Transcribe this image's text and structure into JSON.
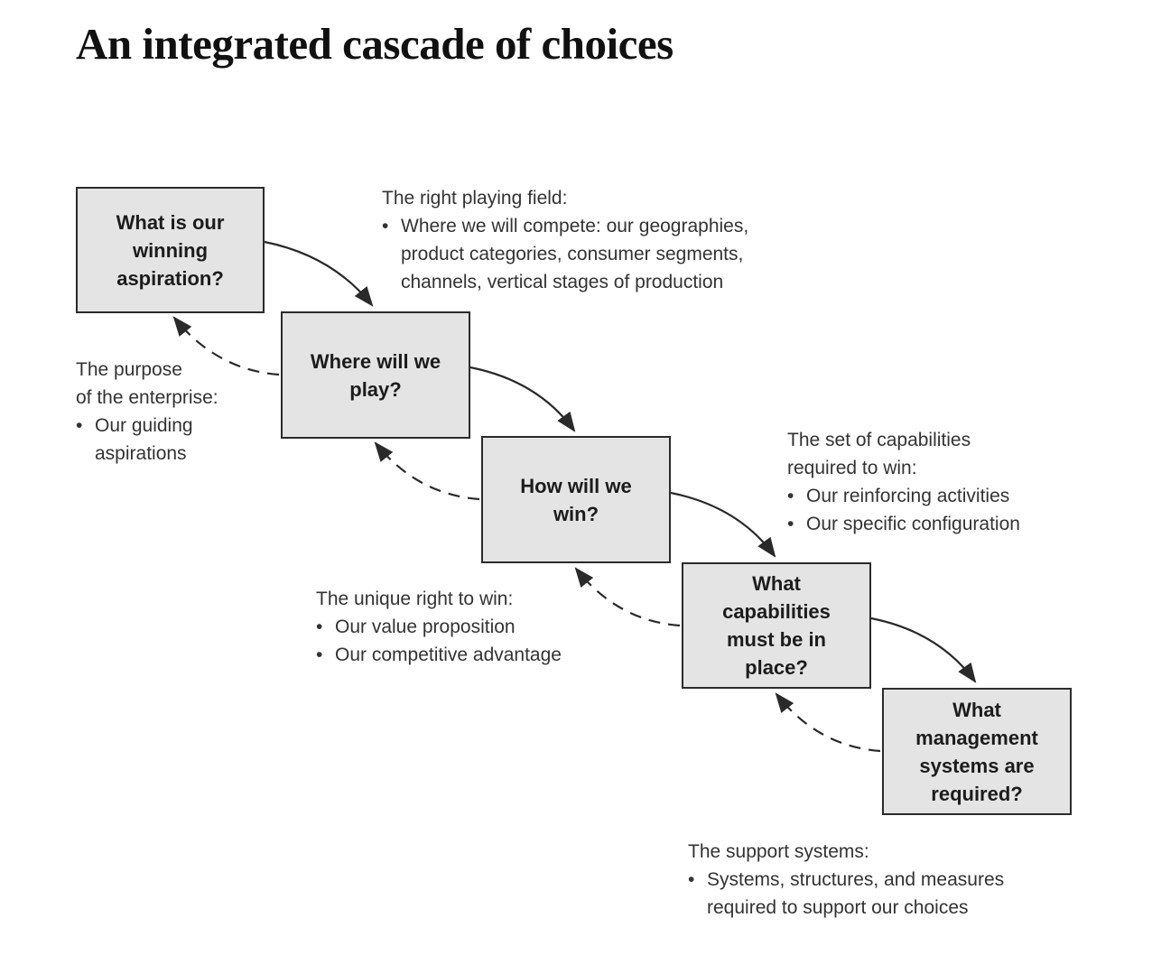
{
  "title": "An integrated cascade of choices",
  "boxes": [
    {
      "id": "winning-aspiration",
      "label": "What is our\nwinning\naspiration?"
    },
    {
      "id": "where-to-play",
      "label": "Where will we\nplay?"
    },
    {
      "id": "how-to-win",
      "label": "How will we\nwin?"
    },
    {
      "id": "capabilities",
      "label": "What\ncapabilities\nmust be in\nplace?"
    },
    {
      "id": "management-systems",
      "label": "What\nmanagement\nsystems are\nrequired?"
    }
  ],
  "annotations": [
    {
      "id": "right-playing-field",
      "heading": "The right playing field:",
      "bullets": [
        "Where we will compete: our geographies,\nproduct categories, consumer segments,\nchannels, vertical stages of production"
      ]
    },
    {
      "id": "purpose-of-enterprise",
      "heading": "The purpose\nof the enterprise:",
      "bullets": [
        "Our guiding\naspirations"
      ]
    },
    {
      "id": "capabilities-required",
      "heading": "The set of capabilities\nrequired to win:",
      "bullets": [
        "Our reinforcing activities",
        "Our specific configuration"
      ]
    },
    {
      "id": "unique-right-to-win",
      "heading": "The unique right to win:",
      "bullets": [
        "Our value proposition",
        "Our competitive advantage"
      ]
    },
    {
      "id": "support-systems",
      "heading": "The support systems:",
      "bullets": [
        "Systems, structures, and measures\nrequired to support our choices"
      ]
    }
  ],
  "colors": {
    "box_fill": "#e4e4e4",
    "box_border": "#2b2b2b",
    "arrow": "#2a2a2a",
    "text": "#333333",
    "title": "#111111",
    "background": "#ffffff"
  }
}
